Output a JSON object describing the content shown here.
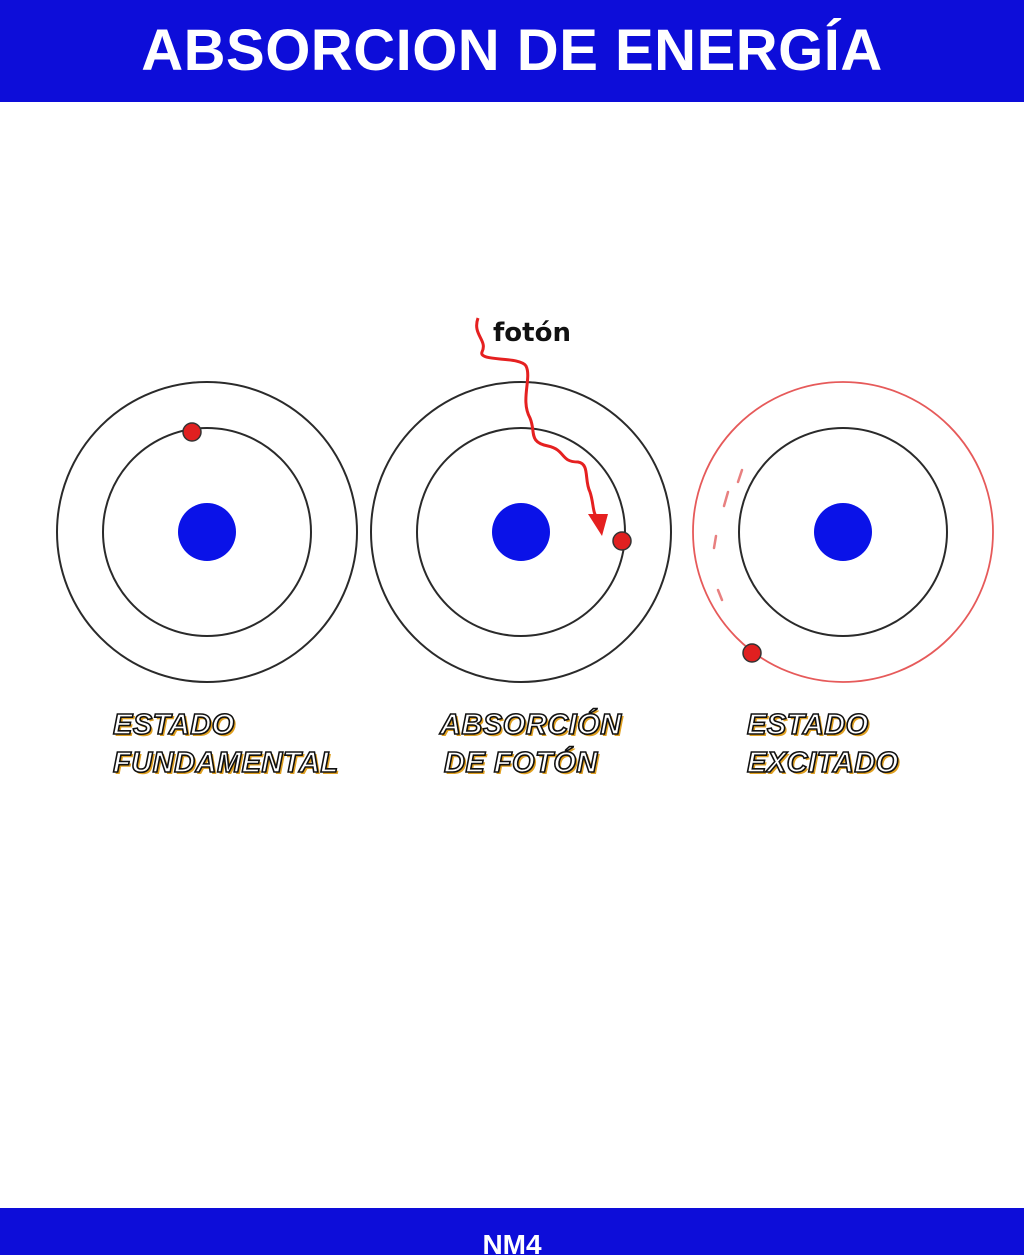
{
  "header": {
    "title": "ABSORCION DE ENERGÍA"
  },
  "footer": {
    "label": "NM4"
  },
  "diagram": {
    "photon_label": "fotón",
    "states": [
      {
        "line1": "ESTADO",
        "line2": "FUNDAMENTAL"
      },
      {
        "line1": "ABSORCIÓN",
        "line2": "DE FOTÓN"
      },
      {
        "line1": "ESTADO",
        "line2": "EXCITADO"
      }
    ]
  },
  "colors": {
    "banner": "#0d0dd9",
    "nucleus": "#0a12e8",
    "electron": "#e02020",
    "photon": "#e52020",
    "orbit": "#333333"
  }
}
